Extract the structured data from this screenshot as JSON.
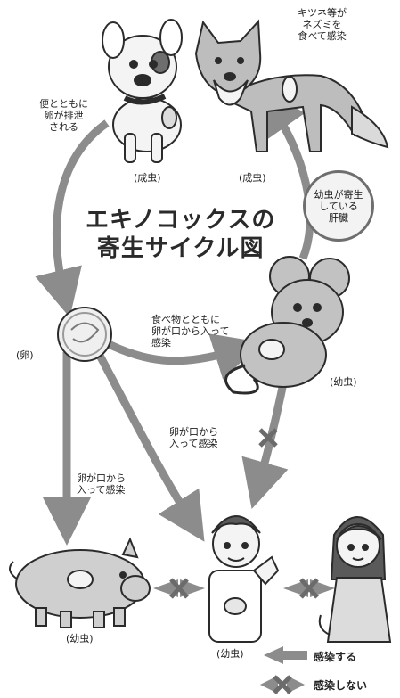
{
  "title": "エキノコックスの\n寄生サイクル図",
  "labels": {
    "fox_note": "キツネ等が\nネズミを\n食べて感染",
    "egg_excretion": "便とともに\n卵が排泄\nされる",
    "dog_stage": "(成虫)",
    "fox_stage": "(成虫)",
    "liver_bubble": "幼虫が寄生\nしている\n肝臓",
    "egg": "(卵)",
    "mouse_note": "食べ物とともに\n卵が口から入って\n感染",
    "mouse_stage": "(幼虫)",
    "mouth_center": "卵が口から\n入って感染",
    "mouth_left": "卵が口から\n入って感染",
    "pig_stage": "(幼虫)",
    "human_stage": "(幼虫)"
  },
  "legend": {
    "infect": "感染する",
    "no_infect": "感染しない"
  },
  "colors": {
    "arrow": "#8c8c8c",
    "cross": "#6b6b6b",
    "animal_fill": "#cfcfcf",
    "outline": "#2b2b2b"
  }
}
